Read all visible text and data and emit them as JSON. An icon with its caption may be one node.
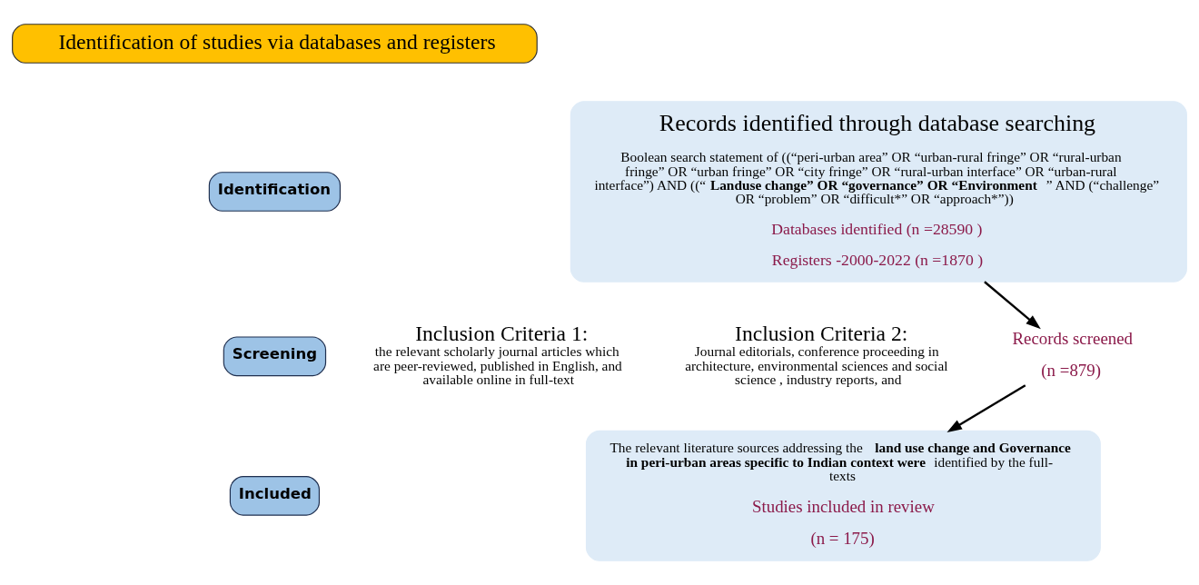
{
  "diagram": {
    "nodes": [
      {
        "text": [
          "Identification of studies via databases and registers"
        ]
      },
      {
        "text": [
          "Identification"
        ]
      },
      {
        "text": [
          "Records identified through database searching",
          "Boolean search statement of ((“peri-urban area” OR “urban-rural fringe” OR “rural-urban fringe” OR “urban fringe” OR “city fringe” OR “rural-urban interface” OR “urban-rural interface”) AND ((“**Landuse change” OR “governance” OR “Environment**” AND (“challenge” OR “problem” OR “difficult*” OR “approach*”))",
          "Databases identified (n =28590 )",
          "Registers -2000-2022 (n =1870 )"
        ]
      },
      {
        "text": [
          "Screening"
        ]
      },
      {
        "text": [
          "Records screened",
          "(n =879)"
        ]
      },
      {
        "text": [
          "Included"
        ]
      },
      {
        "text": [
          "The relevant literature sources addressing the **land use change and Governance in peri-urban areas specific to Indian context were** identified by the full-texts",
          "Studies included in review",
          "(n = 175)"
        ]
      }
    ],
    "edges": [
      {
        "from": 2,
        "to": 4,
        "arrow": "to"
      },
      {
        "from": 4,
        "to": 6,
        "arrow": "to"
      }
    ],
    "labels": [
      "Inclusion Criteria 1: the relevant scholarly journal articles which are peer-reviewed, published in English, and available online in full-text",
      "Inclusion Criteria 2: Journal editorials, conference proceeding in architecture, environmental sciences and social science , industry reports, and"
    ]
  }
}
